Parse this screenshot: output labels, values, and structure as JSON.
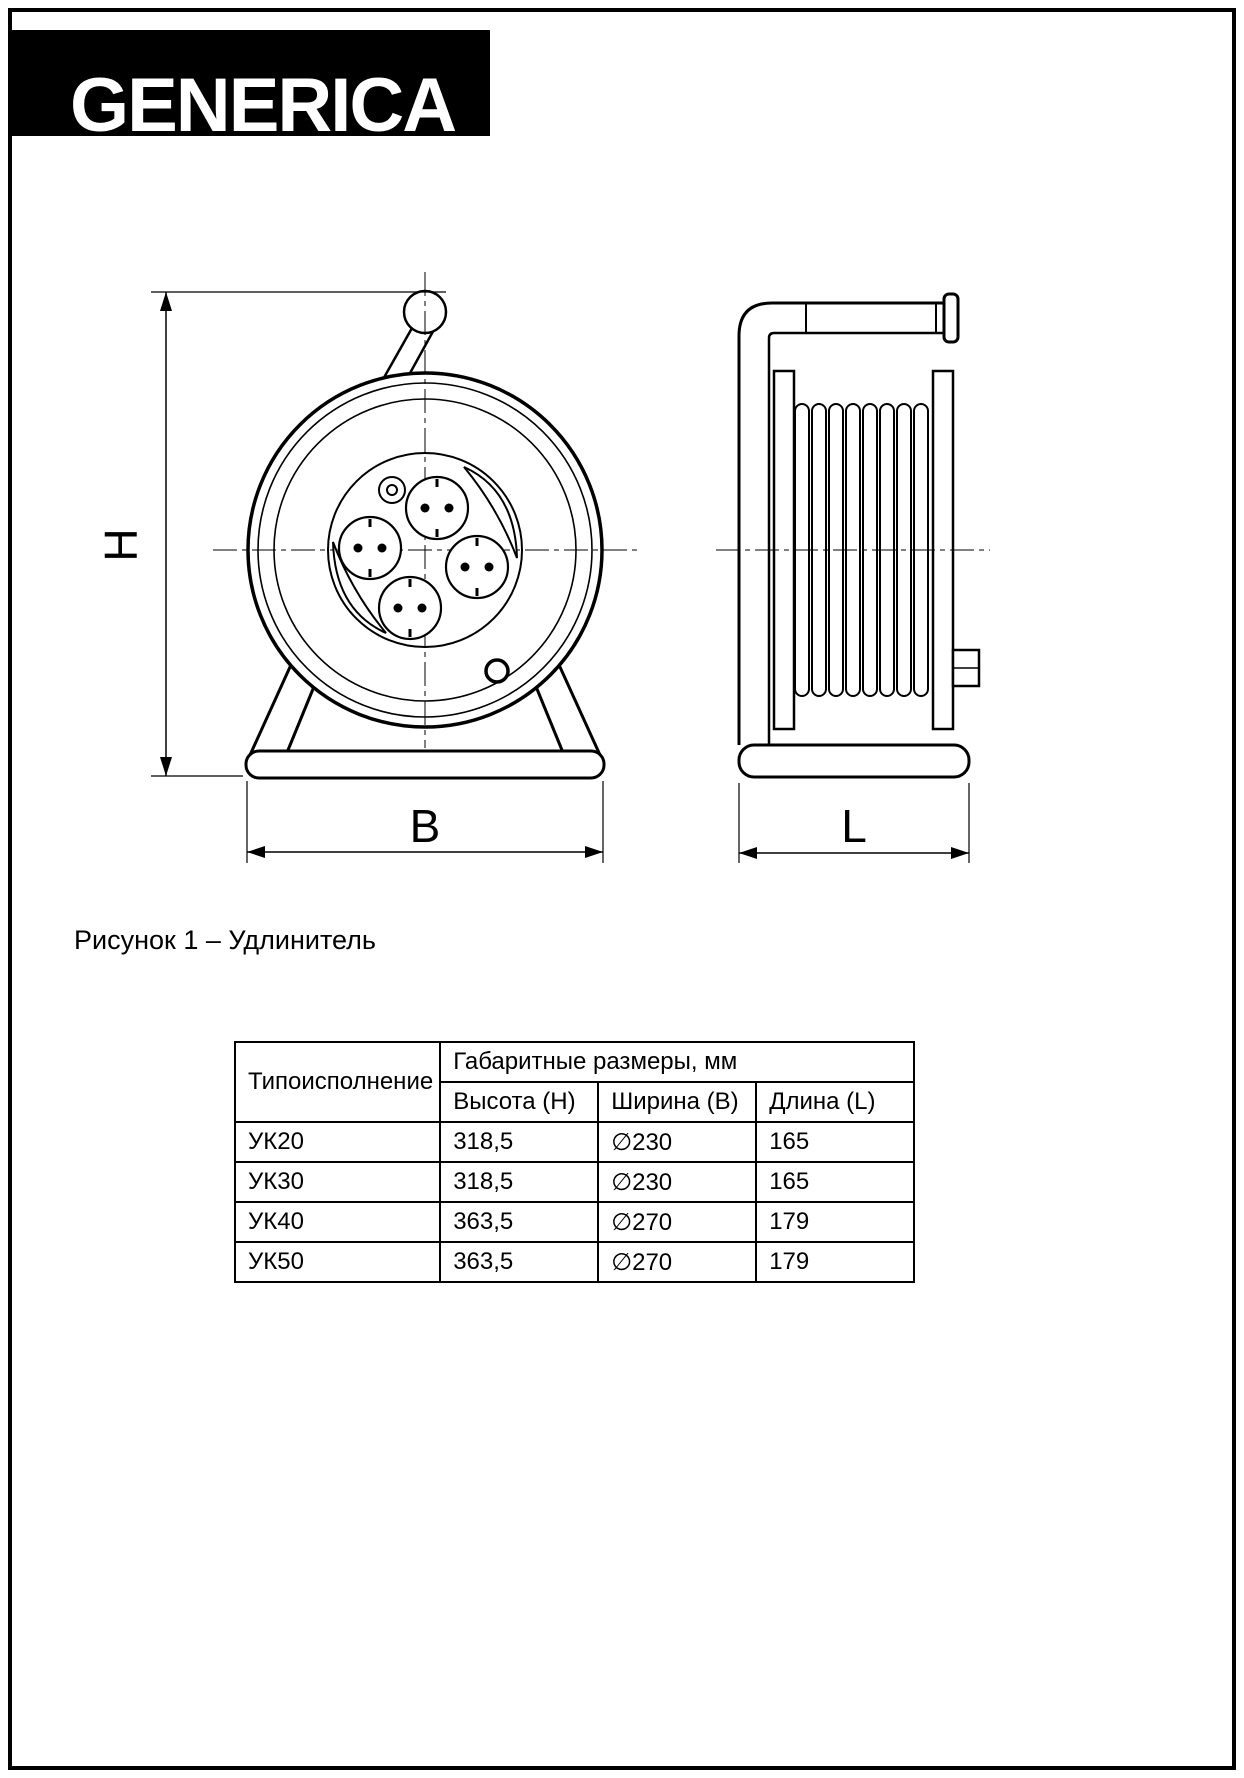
{
  "page": {
    "logo_text": "GENERICA",
    "figure_caption": "Рисунок 1 – Удлинитель"
  },
  "drawing": {
    "dim_height_label": "H",
    "dim_width_label": "B",
    "dim_length_label": "L"
  },
  "table": {
    "type_header": "Типоисполнение",
    "group_header": "Габаритные размеры, мм",
    "columns": [
      "Высота (H)",
      "Ширина (B)",
      "Длина (L)"
    ],
    "rows": [
      {
        "type": "УК20",
        "height": "318,5",
        "width": "∅230",
        "length": "165"
      },
      {
        "type": "УК30",
        "height": "318,5",
        "width": "∅230",
        "length": "165"
      },
      {
        "type": "УК40",
        "height": "363,5",
        "width": "∅270",
        "length": "179"
      },
      {
        "type": "УК50",
        "height": "363,5",
        "width": "∅270",
        "length": "179"
      }
    ]
  }
}
